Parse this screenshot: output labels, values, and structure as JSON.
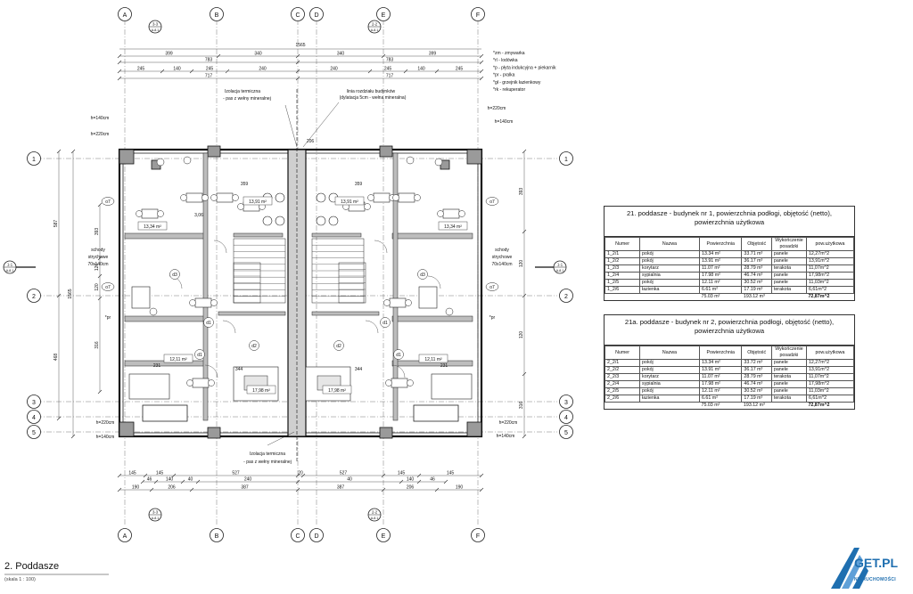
{
  "axes": {
    "columns": [
      "A",
      "B",
      "C",
      "D",
      "E",
      "F"
    ],
    "rows": [
      "1",
      "2",
      "3",
      "4",
      "5"
    ],
    "section_marks": [
      {
        "code": "3-3",
        "sheet": "A-8.1"
      },
      {
        "code": "2-2",
        "sheet": "A-8.1"
      },
      {
        "code": "1-1",
        "sheet": "A-8.1"
      }
    ]
  },
  "dimensions": {
    "top_row1": [
      "399",
      "340",
      "340",
      "399"
    ],
    "top_total": "1565",
    "top_halves": [
      "783",
      "783"
    ],
    "top_row3": [
      "245",
      "140",
      "245",
      "240",
      "240",
      "245",
      "140",
      "245"
    ],
    "top_row4": [
      "717",
      "717"
    ],
    "bottom_row1": [
      "145",
      "145",
      "527",
      "20",
      "527",
      "145",
      "145"
    ],
    "bottom_row2": [
      "46",
      "140",
      "40",
      "240",
      "40",
      "140",
      "46"
    ],
    "bottom_row3": [
      "190",
      "206",
      "387",
      "387",
      "206",
      "190"
    ],
    "left_v": [
      "587",
      "1565",
      "468",
      "20"
    ],
    "left_v2": [
      "393",
      "120",
      "120",
      "316"
    ],
    "heights": [
      "h=140cm",
      "h=220cm",
      "h=220cm",
      "h=140cm",
      "h=220cm",
      "h=140cm"
    ],
    "inner": [
      "206",
      "359",
      "359",
      "231",
      "231",
      "344",
      "344",
      "3,06"
    ]
  },
  "labels": {
    "legend": [
      "*zm - zmywarka",
      "*rl - lodówka",
      "*p - płyta indukcyjna + piekarnik",
      "*pr - pralka",
      "*gł - grzejnik łazienkowy",
      "*rk - rekuperator"
    ],
    "izolacja_top": [
      "Izolacja termiczna",
      "- pas z wełny mineralnej"
    ],
    "linia_rozdzialu": [
      "linia rozdziału budynków",
      "(dylatacja 5cm - wełna mineralna)"
    ],
    "izolacja_bottom": [
      "Izolacja termiczna",
      "- pas z wełny mineralnej"
    ],
    "schody_left": [
      "schody",
      "strychowe",
      "70x140cm"
    ],
    "schody_right": [
      "schody",
      "strychowe",
      "70x140cm"
    ],
    "pr": "*pr",
    "room_areas": [
      "13,34 m²",
      "13,91 m²",
      "12,11 m²",
      "17,98 m²",
      "17,98 m²",
      "12,11 m²",
      "13,91 m²",
      "13,34 m²"
    ],
    "doors": [
      "d1",
      "d1",
      "d3",
      "d3",
      "d1",
      "d1",
      "d2",
      "d2"
    ],
    "windows": [
      "o7",
      "o7",
      "o7",
      "o7"
    ]
  },
  "table1": {
    "title": "21. poddasze - budynek nr 1, powierzchnia podłogi, objętość (netto), powierzchnia użytkowa",
    "headers": [
      "Numer",
      "Nazwa",
      "Powierzchnia",
      "Objętość",
      "Wykończenie posadzki",
      "pow.użytkowa"
    ],
    "rows": [
      [
        "1_2/1",
        "pokój",
        "13.34 m²",
        "33.71 m³",
        "panele",
        "12,27m^2"
      ],
      [
        "1_2/2",
        "pokój",
        "13.91 m²",
        "36.17 m³",
        "panele",
        "13,91m^2"
      ],
      [
        "1_2/3",
        "korytarz",
        "11.07 m²",
        "28.79 m³",
        "terakota",
        "11,07m^2"
      ],
      [
        "1_2/4",
        "sypialnia",
        "17.98 m²",
        "46.74 m³",
        "panele",
        "17,98m^2"
      ],
      [
        "1_2/5",
        "pokój",
        "12.11 m²",
        "30.52 m³",
        "panele",
        "11,03m^2"
      ],
      [
        "1_2/6",
        "łazienka",
        "6.61 m²",
        "17.19 m³",
        "terakota",
        "6,61m^2"
      ]
    ],
    "totals": [
      "",
      "",
      "75.03 m²",
      "193.12 m³",
      "",
      "72,87m^2"
    ]
  },
  "table2": {
    "title": "21a. poddasze - budynek nr 2, powierzchnia podłogi, objętość (netto), powierzchnia użytkowa",
    "headers": [
      "Numer",
      "Nazwa",
      "Powierzchnia",
      "Objętość",
      "Wykończenie posadzki",
      "pow.użytkowa"
    ],
    "rows": [
      [
        "2_2/1",
        "pokój",
        "13.34 m²",
        "33.72 m³",
        "panele",
        "12,27m^2"
      ],
      [
        "2_2/2",
        "pokój",
        "13.91 m²",
        "36.17 m³",
        "panele",
        "13,91m^2"
      ],
      [
        "2_2/3",
        "korytarz",
        "11.07 m²",
        "28.79 m³",
        "terakota",
        "11,07m^2"
      ],
      [
        "2_2/4",
        "sypialnia",
        "17.98 m²",
        "46.74 m³",
        "panele",
        "17,98m^2"
      ],
      [
        "2_2/5",
        "pokój",
        "12.11 m²",
        "30.52 m³",
        "panele",
        "11,03m^2"
      ],
      [
        "2_2/6",
        "łazienka",
        "6.61 m²",
        "17.19 m³",
        "terakota",
        "6,61m^2"
      ]
    ],
    "totals": [
      "",
      "",
      "75.03 m²",
      "193.12 m³",
      "",
      "72,87m^2"
    ]
  },
  "caption": {
    "title": "2. Poddasze",
    "scale": "(skala 1 : 100)"
  },
  "logo": {
    "text": "GET.PL",
    "sub": "NIERUCHOMOŚCI",
    "color": "#1f6fb0"
  }
}
